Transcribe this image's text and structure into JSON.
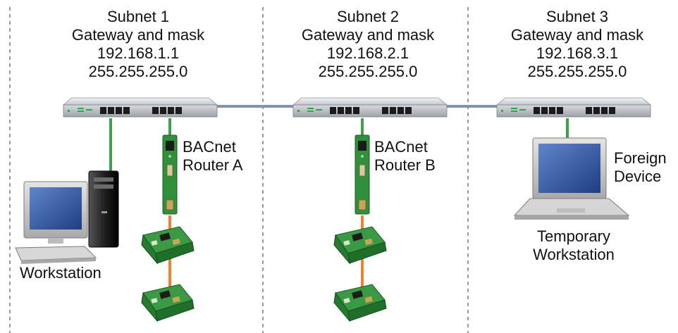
{
  "subnets": [
    {
      "name": "Subnet 1",
      "heading": "Gateway and mask",
      "gateway": "192.168.1.1",
      "mask": "255.255.255.0"
    },
    {
      "name": "Subnet 2",
      "heading": "Gateway and mask",
      "gateway": "192.168.2.1",
      "mask": "255.255.255.0"
    },
    {
      "name": "Subnet 3",
      "heading": "Gateway and mask",
      "gateway": "192.168.3.1",
      "mask": "255.255.255.0"
    }
  ],
  "devices": {
    "router_a": {
      "line1": "BACnet",
      "line2": "Router A"
    },
    "router_b": {
      "line1": "BACnet",
      "line2": "Router B"
    },
    "workstation": {
      "label": "Workstation"
    },
    "foreign_device": {
      "line1": "Foreign",
      "line2": "Device"
    },
    "temporary_workstation": {
      "line1": "Temporary",
      "line2": "Workstation"
    }
  },
  "colors": {
    "ethernet_link": "#3fa04a",
    "backbone_link": "#8491b3",
    "mstp_link": "#f0822a",
    "device_green": "#2f8f3a",
    "divider": "#9a9a9a"
  },
  "icons": [
    "network-switch-icon",
    "bacnet-router-icon",
    "controller-icon",
    "desktop-computer-icon",
    "laptop-icon"
  ]
}
